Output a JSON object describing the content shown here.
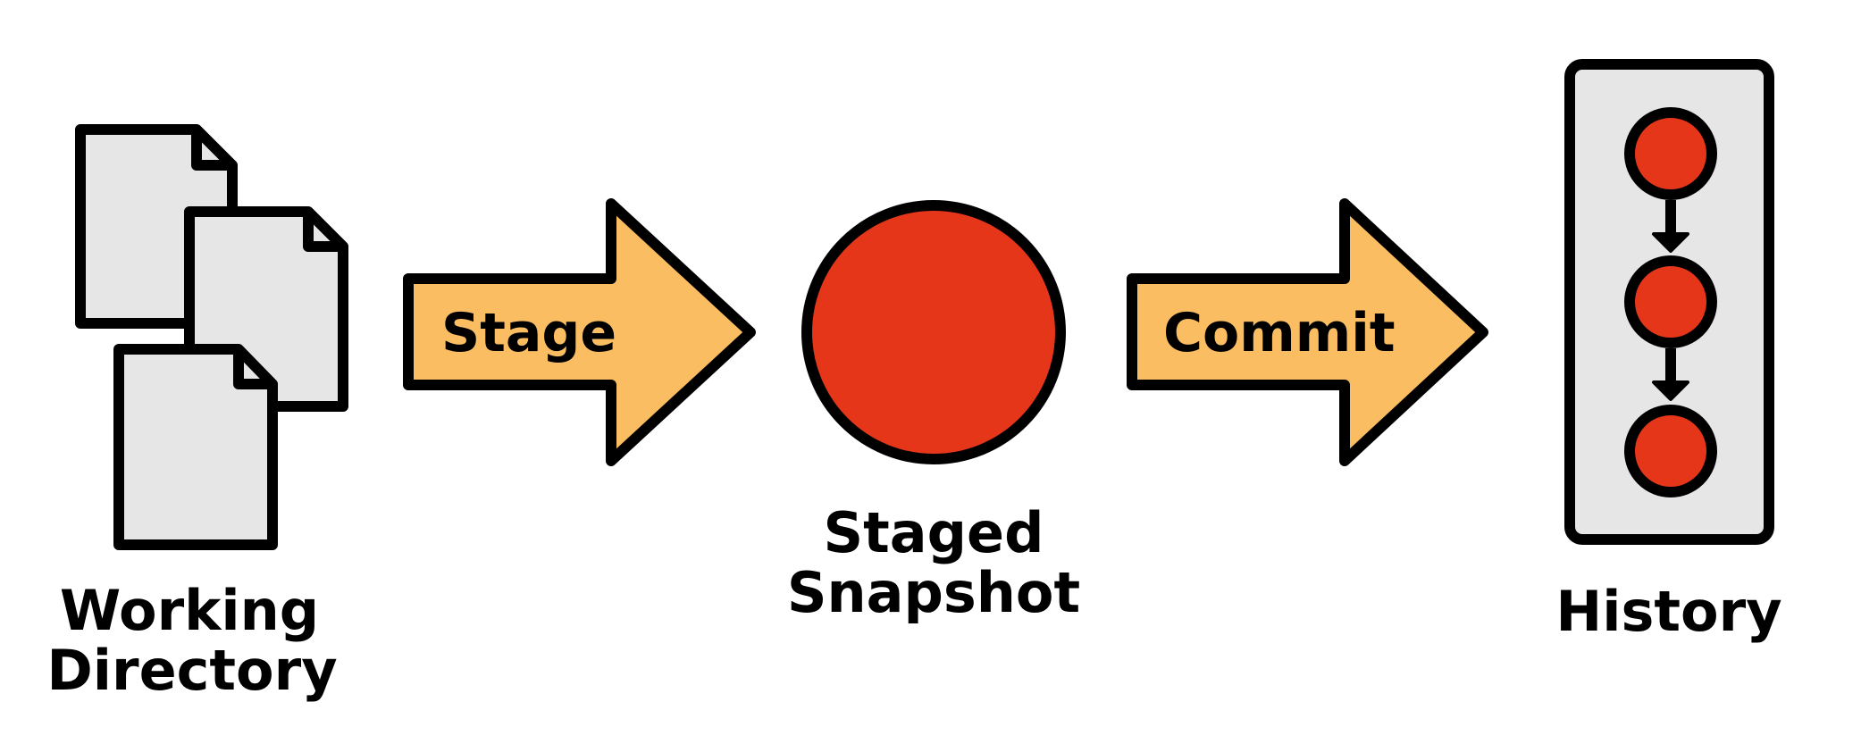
{
  "colors": {
    "outline": "#000000",
    "document_fill": "#e6e6e6",
    "arrow_fill": "#fbbd62",
    "snapshot_fill": "#e5361a",
    "history_panel_fill": "#e6e6e6"
  },
  "working_directory": {
    "label_line1": "Working",
    "label_line2": "Directory",
    "icon": "stacked-documents-icon",
    "document_count": 3
  },
  "stage_arrow": {
    "label": "Stage",
    "icon": "right-arrow-icon"
  },
  "staged_snapshot": {
    "label_line1": "Staged",
    "label_line2": "Snapshot",
    "icon": "snapshot-circle-icon"
  },
  "commit_arrow": {
    "label": "Commit",
    "icon": "right-arrow-icon"
  },
  "history": {
    "label": "History",
    "icon": "commit-chain-icon",
    "commit_count": 3
  }
}
